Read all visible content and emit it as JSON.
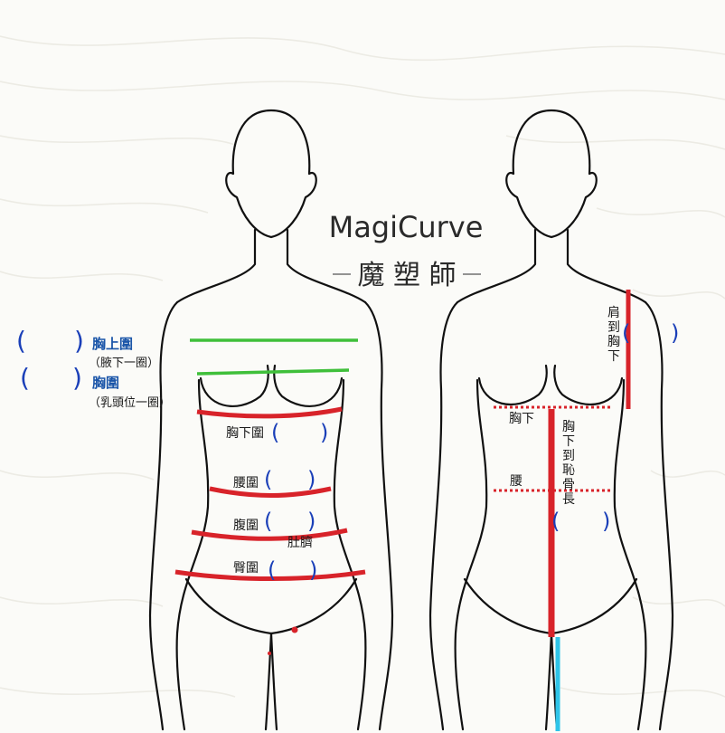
{
  "brand": {
    "name": "MagiCurve",
    "subtitle": "魔 塑 師",
    "dash": "—"
  },
  "labels": {
    "upper_chest": "胸上圍",
    "upper_chest_note": "（腋下一圈）",
    "bust": "胸圍",
    "bust_note": "（乳頭位一圈）",
    "underbust": "胸下圍",
    "waist": "腰圍",
    "abdomen": "腹圍",
    "navel": "肚臍",
    "hip": "臀圍",
    "shoulder_to_underbust": [
      "肩",
      "到",
      "胸",
      "下"
    ],
    "underbust_back": "胸下",
    "waist_back": "腰",
    "underbust_to_pubic": [
      "胸",
      "下",
      "到",
      "恥",
      "骨",
      "長"
    ]
  },
  "blanks": {
    "open": "(",
    "close": ")"
  },
  "colors": {
    "outline": "#111111",
    "green": "#3fbf3a",
    "red": "#d8232a",
    "cyan": "#2ec4e8",
    "blank": "#1a3fb8",
    "label_blue": "#1a55a8"
  }
}
